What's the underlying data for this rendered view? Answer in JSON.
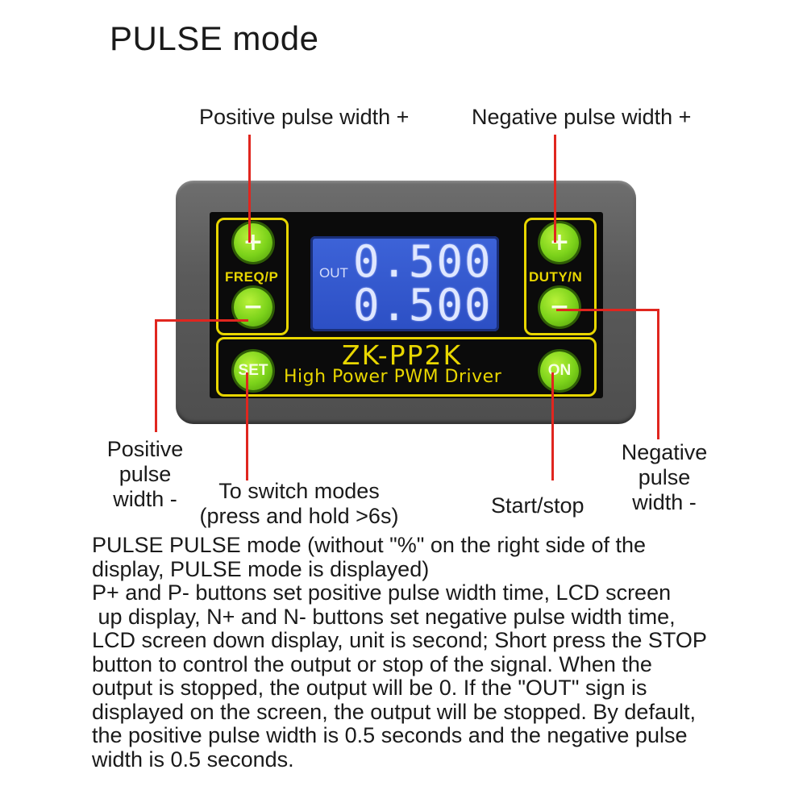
{
  "title": "PULSE mode",
  "labels": {
    "pos_plus": "Positive pulse width +",
    "neg_plus": "Negative pulse width +",
    "pos_minus": [
      "Positive",
      "pulse",
      "width -"
    ],
    "neg_minus": [
      "Negative",
      "pulse",
      "width -"
    ],
    "set": [
      "To switch modes",
      "(press and hold >6s)"
    ],
    "on": "Start/stop"
  },
  "device": {
    "out_label": "OUT",
    "top_value": "0.500",
    "bottom_value": "0.500",
    "left_group": "FREQ/P",
    "right_group": "DUTY/N",
    "model": "ZK-PP2K",
    "subtitle": "High Power PWM Driver",
    "btn_plus": "+",
    "btn_minus": "−",
    "btn_set": "SET",
    "btn_on": "ON"
  },
  "description": [
    "PULSE PULSE mode (without \"%\" on the right side of the",
    "display, PULSE mode is displayed)",
    "P+ and P- buttons set positive pulse width time, LCD screen",
    " up display, N+ and N- buttons set negative pulse width time,",
    "LCD screen down display, unit is second; Short press the STOP",
    "button to control the output or stop of the signal. When the",
    "output is stopped, the output will be 0. If the \"OUT\" sign is",
    "displayed on the screen, the output will be stopped. By default,",
    "the positive pulse width is 0.5 seconds and the negative pulse",
    "width is 0.5 seconds."
  ],
  "colors": {
    "accent_line": "#e0261f",
    "button_green": "#7bd21a",
    "frame_yellow": "#e8d600",
    "lcd_blue": "#2c4fc4"
  }
}
